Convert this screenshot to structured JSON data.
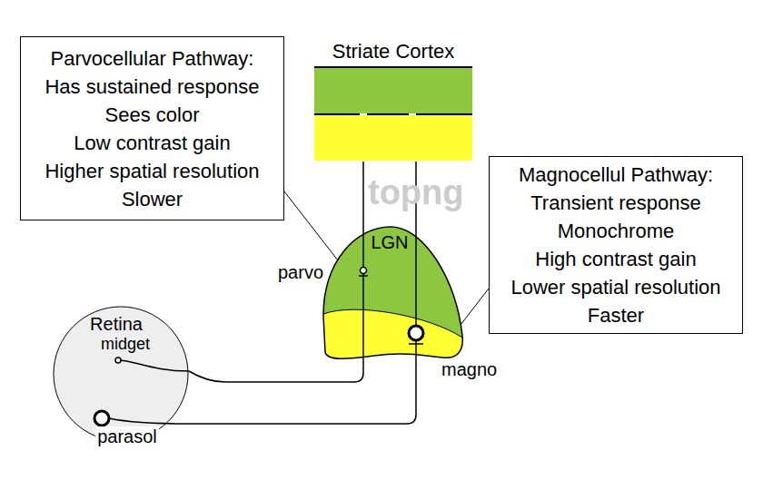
{
  "diagram": {
    "nodes": [
      {
        "text": [
          "Parvocellular Pathway:",
          "Has sustained response",
          "Sees color",
          "Low contrast gain",
          "Higher spatial resolution",
          "Slower"
        ]
      },
      {
        "text": [
          "Striate Cortex"
        ]
      },
      {
        "text": [
          "Magnocellul Pathway:",
          "Transient response",
          "Monochrome",
          "High contrast gain",
          "Lower spatial resolution",
          "Faster"
        ]
      },
      {
        "text": [
          "LGN"
        ]
      },
      {
        "text": [
          "Retina",
          "midget",
          "parasol"
        ]
      }
    ],
    "edges": [
      {
        "from": 4,
        "to": 3,
        "arrow": "none"
      },
      {
        "from": 4,
        "to": 3,
        "arrow": "none"
      },
      {
        "from": 3,
        "to": 1,
        "arrow": "none"
      },
      {
        "from": 3,
        "to": 1,
        "arrow": "none"
      }
    ],
    "labels": [
      "parvo",
      "magno",
      "topng"
    ]
  }
}
